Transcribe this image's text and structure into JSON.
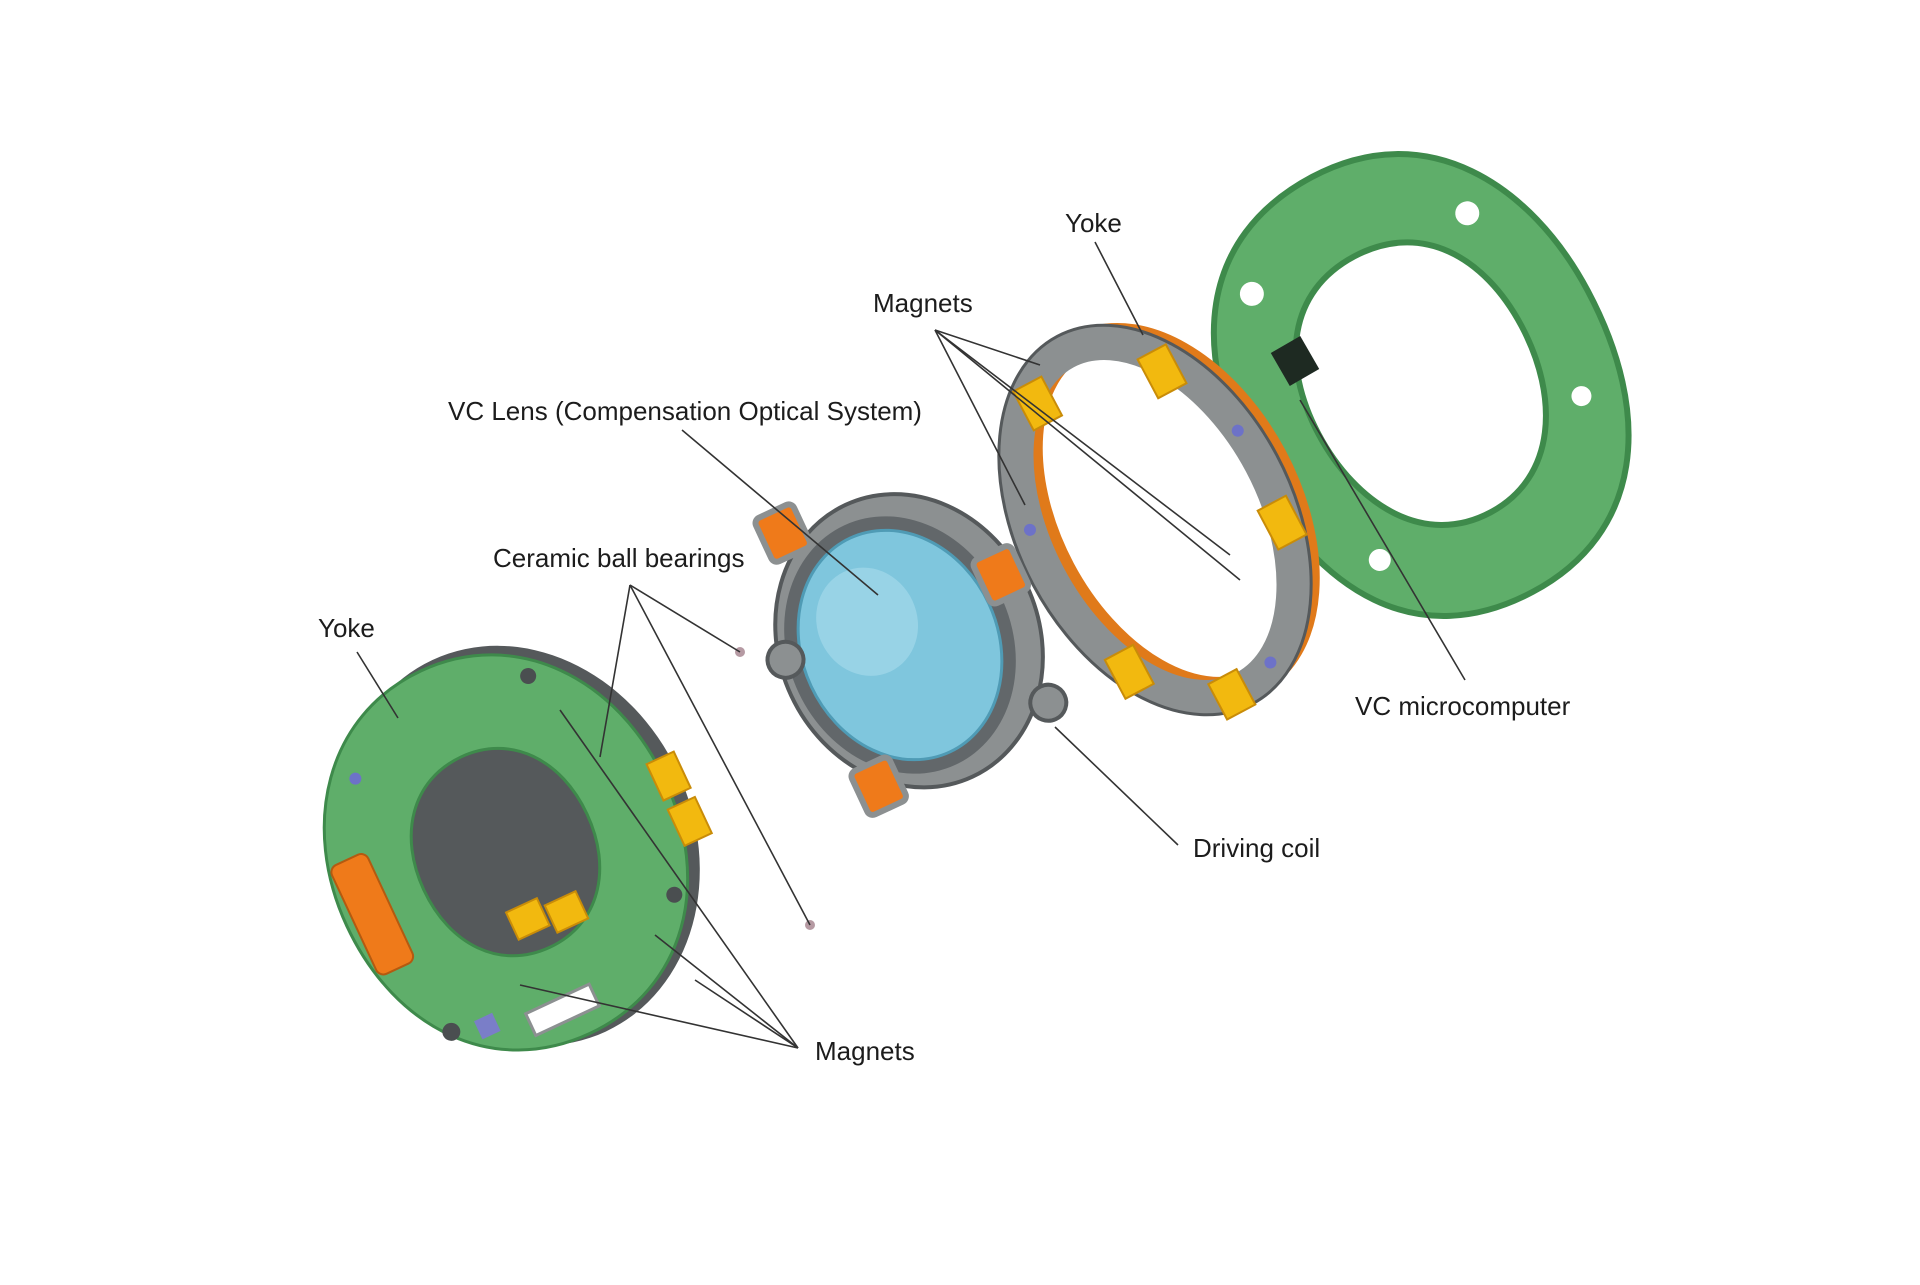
{
  "labels": {
    "yoke_right": "Yoke",
    "magnets_top": "Magnets",
    "vc_lens": "VC Lens (Compensation Optical System)",
    "ceramic_ball_bearings": "Ceramic ball bearings",
    "yoke_left": "Yoke",
    "vc_microcomputer": "VC microcomputer",
    "driving_coil": "Driving coil",
    "magnets_bottom": "Magnets"
  },
  "colors": {
    "board_green": "#5fae6a",
    "board_green_dark": "#3e8a4b",
    "frame_gray": "#8c9091",
    "frame_dark": "#55595b",
    "magnet_yellow": "#f2b90f",
    "coil_orange": "#ef7a1a",
    "lens_blue": "#7fc6dd",
    "leader_line": "#333333",
    "bearing": "#b69aa3"
  }
}
